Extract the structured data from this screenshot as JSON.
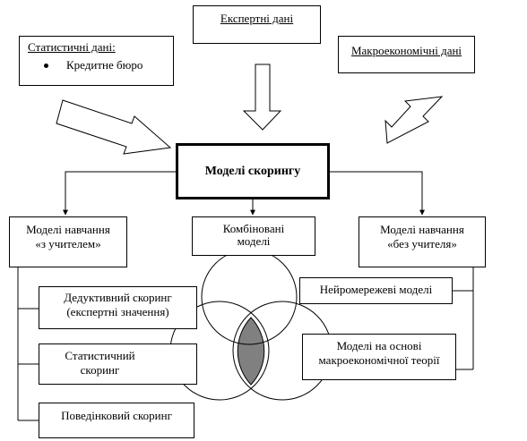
{
  "boxes": {
    "expert": "Експертні дані",
    "statistical_title": "Статистичні дані:",
    "statistical_item": "Кредитне бюро",
    "macro": "Макроекономічні дані",
    "scoring_models": "Моделі скорингу",
    "teacher": [
      "Моделі навчання",
      "«з учителем»"
    ],
    "combined": [
      "Комбіновані",
      "моделі"
    ],
    "no_teacher": [
      "Моделі навчання",
      "«без учителя»"
    ],
    "neural": "Нейромережеві моделі",
    "deductive": [
      "Дедуктивний скоринг",
      "(експертні значення)"
    ],
    "macro_theory": [
      "Моделі на основі",
      "макроекономічної теорії"
    ],
    "statistical_scoring": [
      "Статистичний",
      "скоринг"
    ],
    "behavioral": "Поведінковий скоринг"
  },
  "colors": {
    "line": "#000000",
    "background": "#ffffff",
    "overlap_fill": "#808080"
  }
}
